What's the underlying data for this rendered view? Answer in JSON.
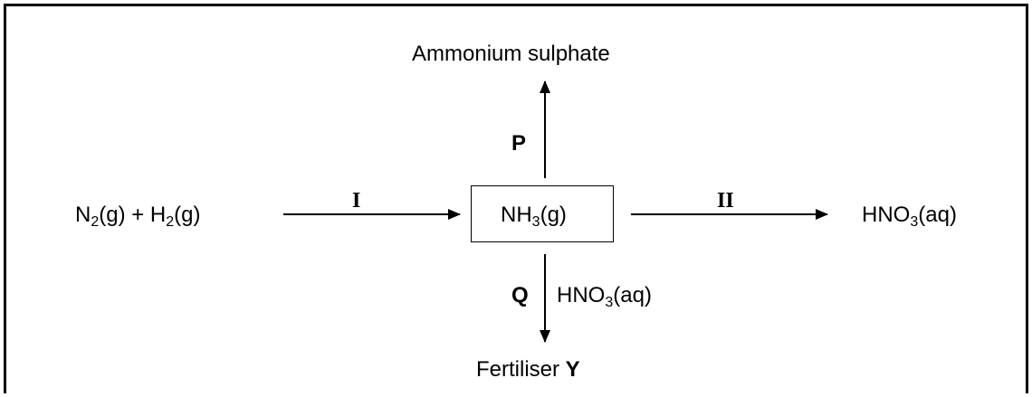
{
  "reactants": {
    "n2": "N",
    "n2_sub": "2",
    "n2_state": "(g) + H",
    "h2_sub": "2",
    "h2_state": "(g)"
  },
  "center": {
    "nh3": "NH",
    "nh3_sub": "3",
    "nh3_state": "(g)"
  },
  "top_product": "Ammonium sulphate",
  "right_product": {
    "hno3": "HNO",
    "hno3_sub": "3",
    "hno3_state": "(aq)"
  },
  "bottom_product": {
    "label": "Fertiliser ",
    "y": "Y"
  },
  "down_reagent": {
    "hno3": "HNO",
    "hno3_sub": "3",
    "hno3_state": "(aq)"
  },
  "process_labels": {
    "i": "I",
    "ii": "II",
    "p": "P",
    "q": "Q"
  }
}
